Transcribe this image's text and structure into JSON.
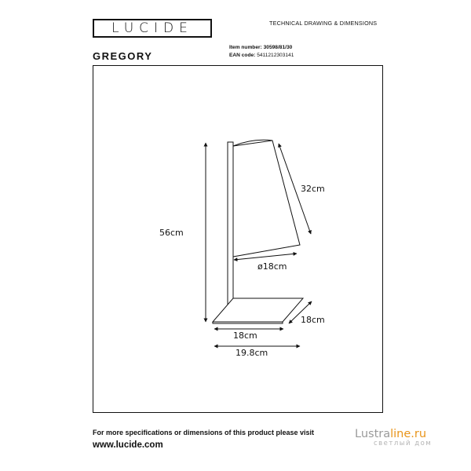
{
  "header": {
    "logo_text": "LUCIDE",
    "caption": "TECHNICAL DRAWING & DIMENSIONS"
  },
  "product": {
    "name": "GREGORY",
    "item_number_label": "Item number:",
    "item_number": "30598/81/30",
    "ean_label": "EAN code:",
    "ean": "5411212303141"
  },
  "dimensions": {
    "total_height": "56cm",
    "shade_length": "32cm",
    "shade_diameter": "ø18cm",
    "base_depth": "18cm",
    "base_width": "18cm",
    "overall_width": "19.8cm"
  },
  "footer": {
    "line1": "For more specifications or dimensions of this product please visit",
    "line2": "www.lucide.com"
  },
  "watermark": {
    "part1": "Lustra",
    "part2": "line.ru",
    "subtitle": "светлый дом",
    "accent_color": "#e8941a"
  }
}
